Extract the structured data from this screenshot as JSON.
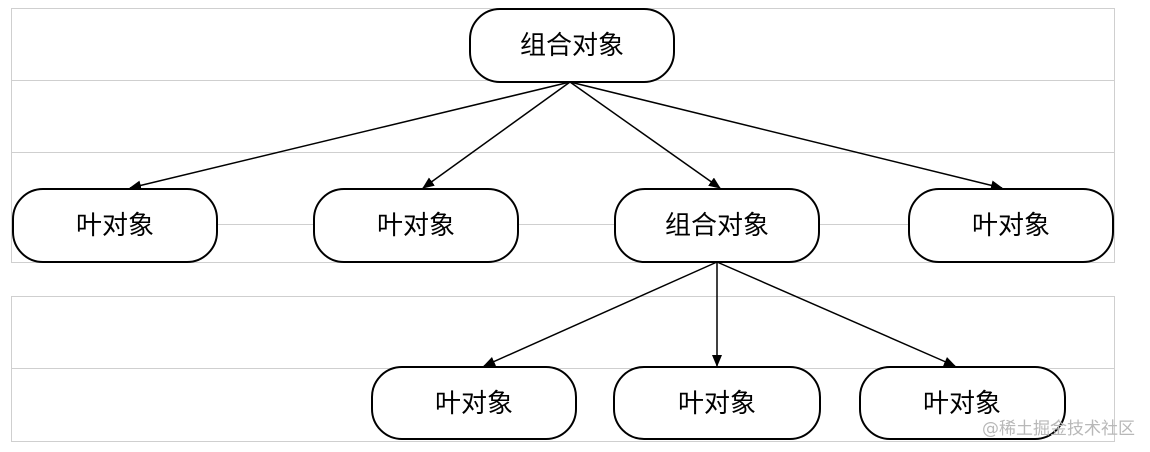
{
  "diagram": {
    "nodes": [
      {
        "id": "root",
        "label": "组合对象"
      },
      {
        "id": "leaf1",
        "label": "叶对象"
      },
      {
        "id": "leaf2",
        "label": "叶对象"
      },
      {
        "id": "composite2",
        "label": "组合对象"
      },
      {
        "id": "leaf3",
        "label": "叶对象"
      },
      {
        "id": "leaf4",
        "label": "叶对象"
      },
      {
        "id": "leaf5",
        "label": "叶对象"
      },
      {
        "id": "leaf6",
        "label": "叶对象"
      }
    ],
    "edges": [
      {
        "from": "root",
        "to": "leaf1"
      },
      {
        "from": "root",
        "to": "leaf2"
      },
      {
        "from": "root",
        "to": "composite2"
      },
      {
        "from": "root",
        "to": "leaf3"
      },
      {
        "from": "composite2",
        "to": "leaf4"
      },
      {
        "from": "composite2",
        "to": "leaf5"
      },
      {
        "from": "composite2",
        "to": "leaf6"
      }
    ],
    "colors": {
      "stroke": "#000000",
      "fill": "#ffffff",
      "guides": "#cfcfcf"
    }
  },
  "watermark": {
    "text": "@稀土掘金技术社区"
  }
}
